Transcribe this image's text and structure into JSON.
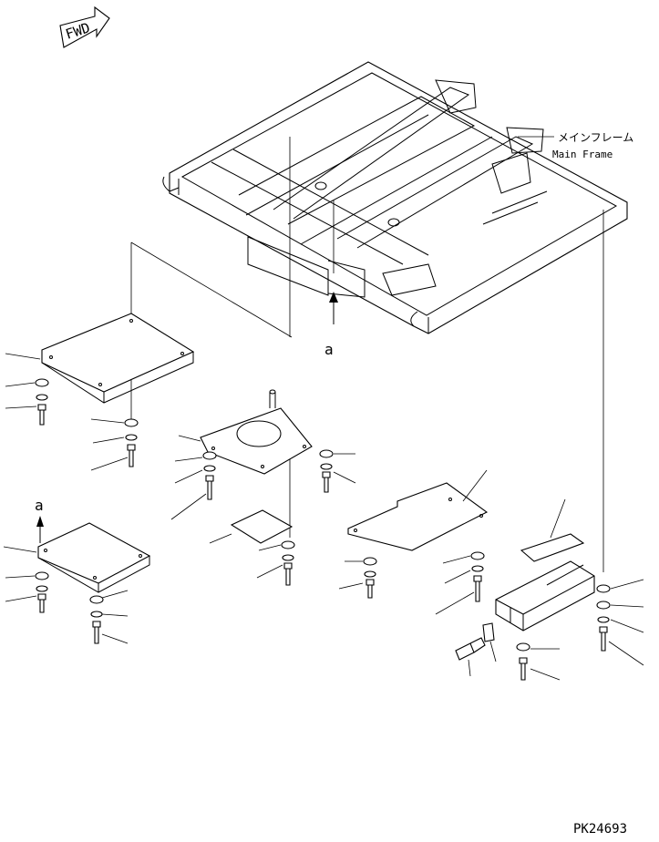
{
  "fwd_label": "FWD",
  "callout_main_frame_jp": "メインフレーム",
  "callout_main_frame_en": "Main Frame",
  "view_marker_top": "a",
  "view_marker_left": "a",
  "drawing_number": "PK24693"
}
